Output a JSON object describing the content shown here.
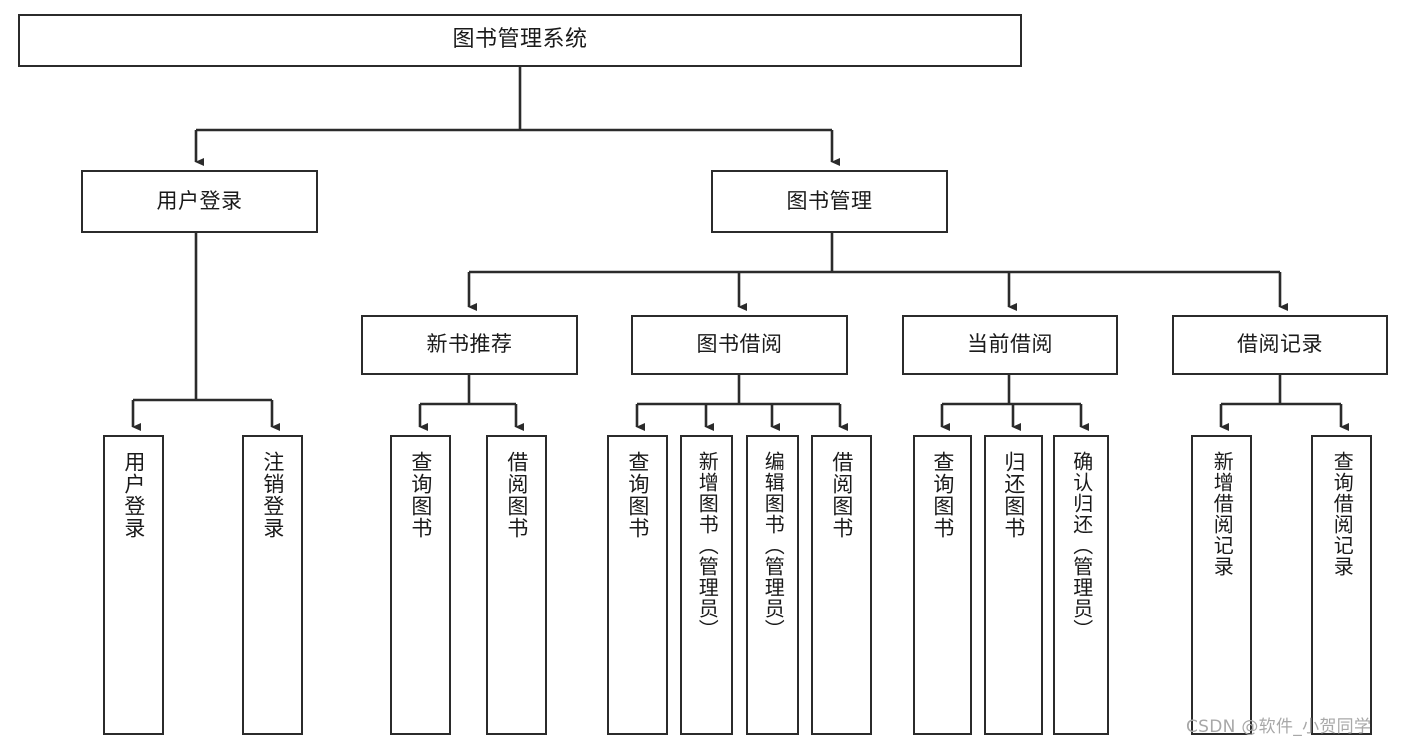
{
  "diagram": {
    "title": "图书管理系统",
    "type": "hierarchy-tree",
    "root": {
      "label": "图书管理系统"
    },
    "level2": [
      {
        "label": "用户登录"
      },
      {
        "label": "图书管理"
      }
    ],
    "level3": [
      {
        "label": "新书推荐"
      },
      {
        "label": "图书借阅"
      },
      {
        "label": "当前借阅"
      },
      {
        "label": "借阅记录"
      }
    ],
    "leaves": [
      {
        "label": "用户登录",
        "parent": "用户登录"
      },
      {
        "label": "注销登录",
        "parent": "用户登录"
      },
      {
        "label": "查询图书",
        "parent": "新书推荐"
      },
      {
        "label": "借阅图书",
        "parent": "新书推荐"
      },
      {
        "label": "查询图书",
        "parent": "图书借阅"
      },
      {
        "label": "新增图书（管理员）",
        "parent": "图书借阅"
      },
      {
        "label": "编辑图书（管理员）",
        "parent": "图书借阅"
      },
      {
        "label": "借阅图书",
        "parent": "图书借阅"
      },
      {
        "label": "查询图书",
        "parent": "当前借阅"
      },
      {
        "label": "归还图书",
        "parent": "当前借阅"
      },
      {
        "label": "确认归还（管理员）",
        "parent": "当前借阅"
      },
      {
        "label": "新增借阅记录",
        "parent": "借阅记录"
      },
      {
        "label": "查询借阅记录",
        "parent": "借阅记录"
      }
    ],
    "watermark": "CSDN @软件_小贺同学",
    "colors": {
      "stroke": "#2b2b2b",
      "fill": "#ffffff",
      "text": "#1a1a1a",
      "watermark": "#a8a8a8"
    }
  }
}
